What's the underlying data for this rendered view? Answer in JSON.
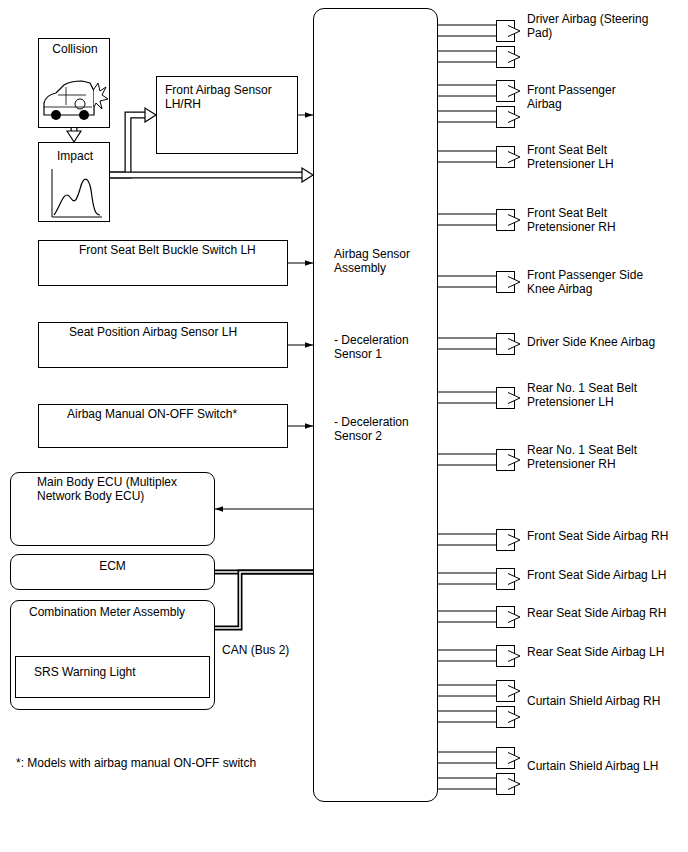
{
  "diagram": {
    "nodes": [
      {
        "text": [
          "Collision"
        ]
      },
      {
        "text": [
          "Impact"
        ]
      },
      {
        "text": [
          "Front Airbag Sensor LH/RH"
        ]
      },
      {
        "text": [
          "Front Seat Belt Buckle Switch LH"
        ]
      },
      {
        "text": [
          "Seat Position Airbag Sensor LH"
        ]
      },
      {
        "text": [
          "Airbag Manual ON-OFF Switch*"
        ]
      },
      {
        "text": [
          "Main Body ECU (Multiplex Network Body ECU)"
        ]
      },
      {
        "text": [
          "ECM"
        ]
      },
      {
        "text": [
          "Combination Meter Assembly"
        ]
      },
      {
        "text": [
          "SRS Warning Light"
        ],
        "in": 8
      },
      {
        "text": [
          "Airbag Sensor Assembly",
          "- Deceleration Sensor 1",
          "- Deceleration Sensor 2"
        ]
      },
      {
        "text": [
          "Driver Airbag (Steering Pad)"
        ]
      },
      {
        "text": [
          "Front Passenger Airbag"
        ]
      },
      {
        "text": [
          "Front Seat Belt Pretensioner LH"
        ]
      },
      {
        "text": [
          "Front Seat Belt Pretensioner RH"
        ]
      },
      {
        "text": [
          "Front Passenger Side Knee Airbag"
        ]
      },
      {
        "text": [
          "Driver Side Knee Airbag"
        ]
      },
      {
        "text": [
          "Rear No. 1 Seat Belt Pretensioner LH"
        ]
      },
      {
        "text": [
          "Rear No. 1 Seat Belt Pretensioner RH"
        ]
      },
      {
        "text": [
          "Front Seat Side Airbag RH"
        ]
      },
      {
        "text": [
          "Front Seat Side Airbag LH"
        ]
      },
      {
        "text": [
          "Rear Seat Side Airbag RH"
        ]
      },
      {
        "text": [
          "Rear Seat Side Airbag LH"
        ]
      },
      {
        "text": [
          "Curtain Shield Airbag RH"
        ]
      },
      {
        "text": [
          "Curtain Shield Airbag LH"
        ]
      }
    ],
    "edges": [
      {
        "from": 0,
        "to": 1,
        "arrow": "to"
      },
      {
        "from": 1,
        "to": 2,
        "arrow": "to"
      },
      {
        "from": 1,
        "to": 10,
        "arrow": "to"
      },
      {
        "from": 2,
        "to": 10,
        "arrow": "to"
      },
      {
        "from": 3,
        "to": 10,
        "arrow": "to"
      },
      {
        "from": 4,
        "to": 10,
        "arrow": "to"
      },
      {
        "from": 5,
        "to": 10,
        "arrow": "to"
      },
      {
        "from": 10,
        "to": 6,
        "arrow": "to"
      },
      {
        "from": 10,
        "to": 7,
        "arrow": "none"
      },
      {
        "from": 10,
        "to": 8,
        "arrow": "none",
        "label": "CAN (Bus 2)"
      },
      {
        "from": 10,
        "to": 11,
        "arrow": "none"
      },
      {
        "from": 10,
        "to": 12,
        "arrow": "none"
      },
      {
        "from": 10,
        "to": 13,
        "arrow": "none"
      },
      {
        "from": 10,
        "to": 14,
        "arrow": "none"
      },
      {
        "from": 10,
        "to": 15,
        "arrow": "none"
      },
      {
        "from": 10,
        "to": 16,
        "arrow": "none"
      },
      {
        "from": 10,
        "to": 17,
        "arrow": "none"
      },
      {
        "from": 10,
        "to": 18,
        "arrow": "none"
      },
      {
        "from": 10,
        "to": 19,
        "arrow": "none"
      },
      {
        "from": 10,
        "to": 20,
        "arrow": "none"
      },
      {
        "from": 10,
        "to": 21,
        "arrow": "none"
      },
      {
        "from": 10,
        "to": 22,
        "arrow": "none"
      },
      {
        "from": 10,
        "to": 23,
        "arrow": "none"
      },
      {
        "from": 10,
        "to": 24,
        "arrow": "none"
      }
    ],
    "labels": [
      "*: Models with airbag manual ON-OFF switch"
    ]
  }
}
